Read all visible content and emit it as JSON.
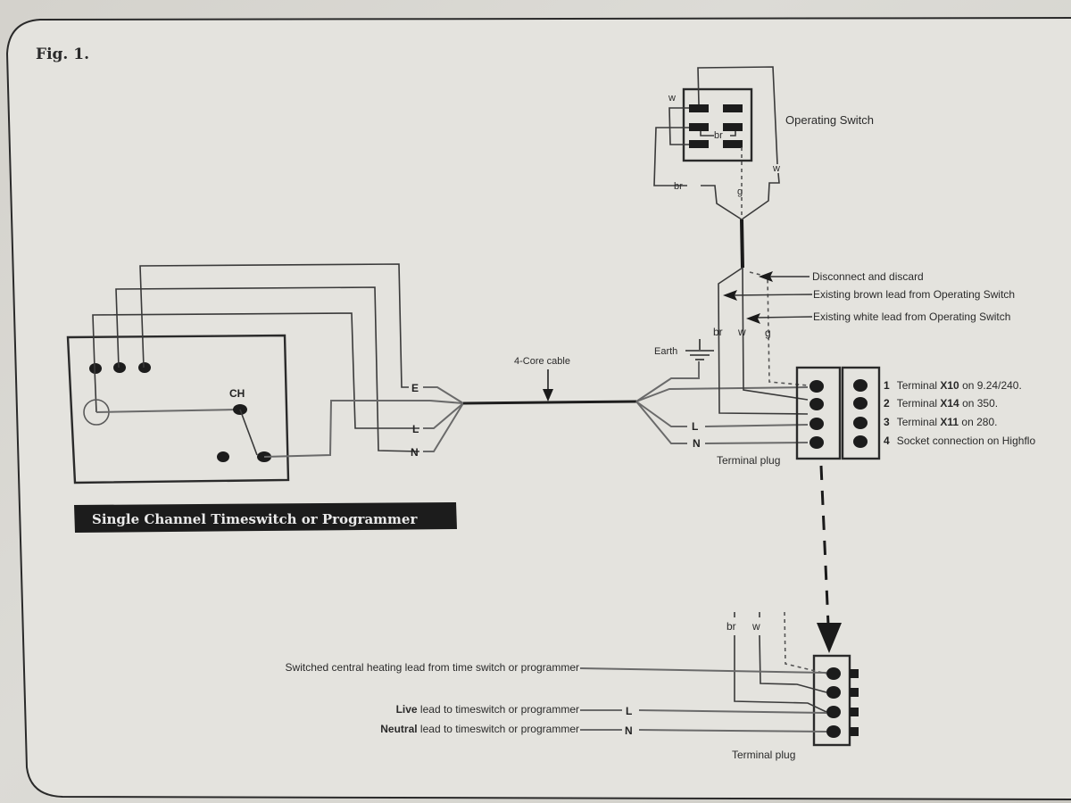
{
  "figure_label": "Fig. 1.",
  "timeswitch": {
    "banner": "Single Channel Timeswitch or Programmer",
    "ch_label": "CH"
  },
  "cable": {
    "label": "4-Core cable",
    "left_labels": [
      "E",
      "L",
      "N"
    ],
    "right_labels": [
      "L",
      "N"
    ],
    "earth_label": "Earth"
  },
  "operating_switch": {
    "title": "Operating Switch",
    "lead_labels": {
      "w_top": "w",
      "br_inner": "br",
      "br": "br",
      "g": "g",
      "w": "w"
    }
  },
  "annotations": [
    "Disconnect and discard",
    "Existing brown lead from Operating Switch",
    "Existing white lead from Operating Switch"
  ],
  "lead_codes": [
    "br",
    "w",
    "g"
  ],
  "terminal_plug_top": {
    "label": "Terminal plug",
    "terminals": [
      {
        "num": "1",
        "pre": "Terminal ",
        "bold": "X10",
        "post": " on 9.24/240."
      },
      {
        "num": "2",
        "pre": "Terminal ",
        "bold": "X14",
        "post": " on 350."
      },
      {
        "num": "3",
        "pre": "Terminal ",
        "bold": "X11",
        "post": " on 280."
      },
      {
        "num": "4",
        "pre": "Socket connection on Highflo",
        "bold": "",
        "post": ""
      }
    ]
  },
  "terminal_plug_bottom": {
    "label": "Terminal plug",
    "lead_codes": [
      "br",
      "w"
    ],
    "leads": [
      {
        "bold": "",
        "text": "Switched central heating lead from time switch or programmer",
        "tag": ""
      },
      {
        "bold": "Live",
        "text": " lead to timeswitch or programmer",
        "tag": "L"
      },
      {
        "bold": "Neutral",
        "text": " lead to timeswitch or programmer",
        "tag": "N"
      }
    ]
  }
}
